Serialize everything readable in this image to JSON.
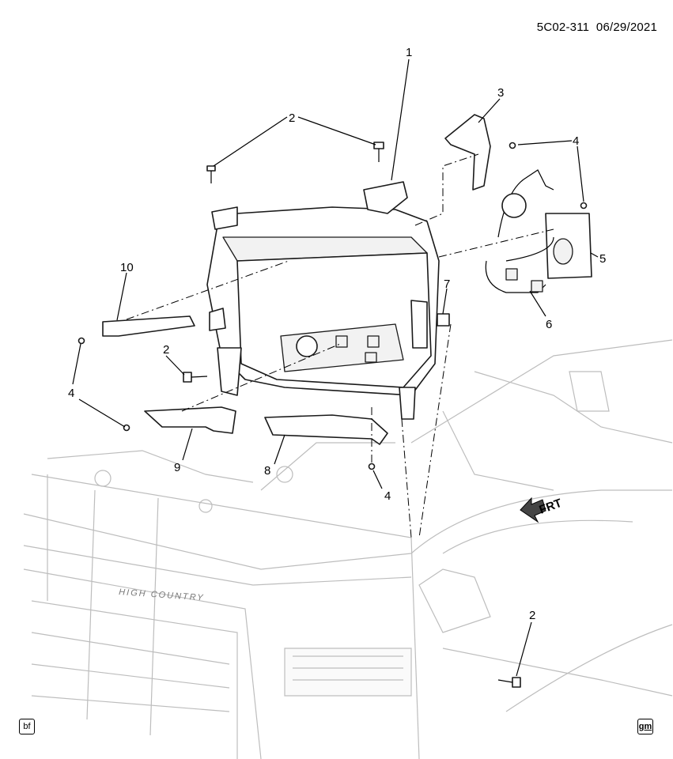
{
  "document": {
    "id": "5C02-311",
    "date": "06/29/2021"
  },
  "grille_text": "HIGH COUNTRY",
  "direction_arrow": {
    "label": "FRT"
  },
  "badges": {
    "bottom_left": "bf",
    "bottom_right": "gm"
  },
  "callouts": [
    {
      "id": "c1",
      "label": "1"
    },
    {
      "id": "c2a",
      "label": "2"
    },
    {
      "id": "c2b",
      "label": "2"
    },
    {
      "id": "c2c",
      "label": "2"
    },
    {
      "id": "c3",
      "label": "3"
    },
    {
      "id": "c4a",
      "label": "4"
    },
    {
      "id": "c4b",
      "label": "4"
    },
    {
      "id": "c4c",
      "label": "4"
    },
    {
      "id": "c5",
      "label": "5"
    },
    {
      "id": "c6",
      "label": "6"
    },
    {
      "id": "c7",
      "label": "7"
    },
    {
      "id": "c8",
      "label": "8"
    },
    {
      "id": "c9",
      "label": "9"
    },
    {
      "id": "c10",
      "label": "10"
    }
  ]
}
